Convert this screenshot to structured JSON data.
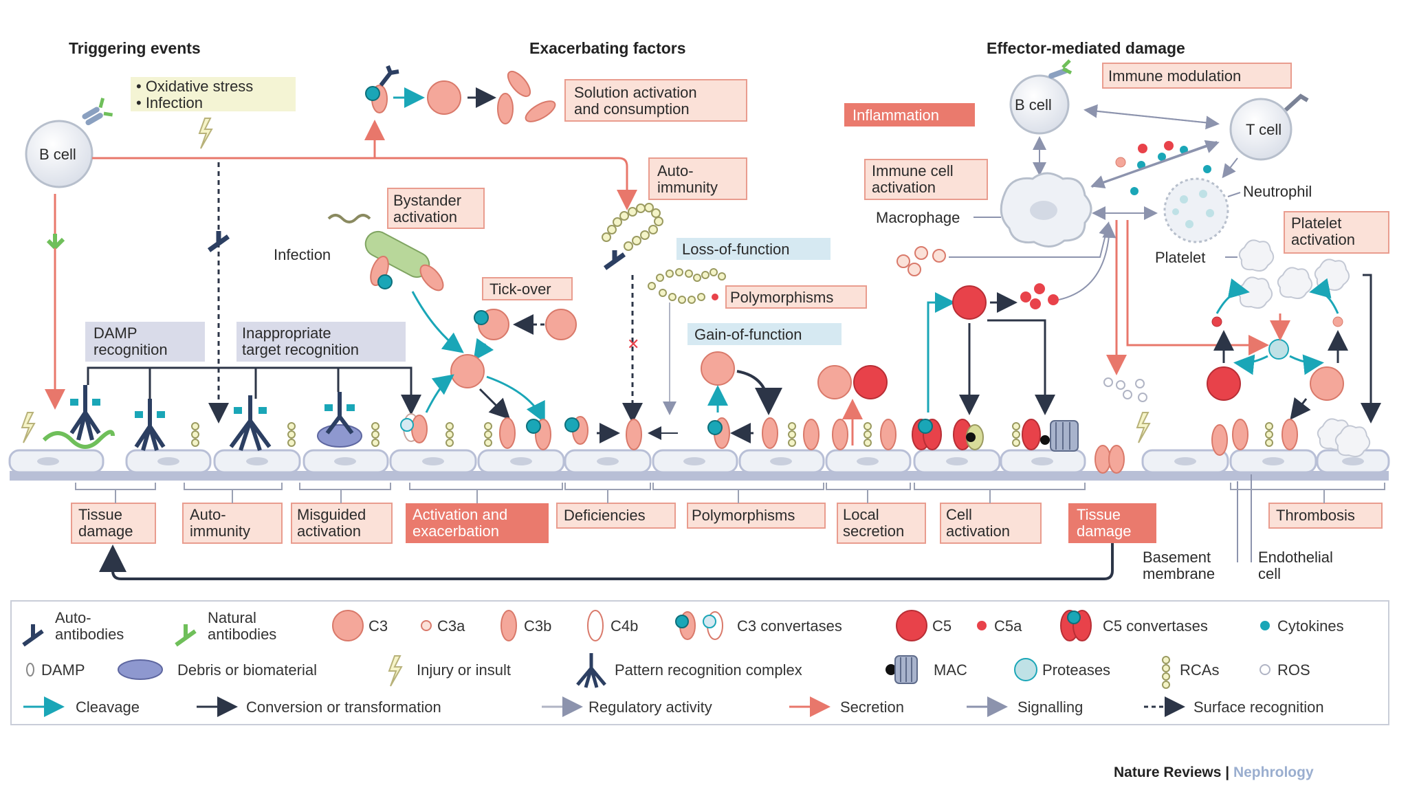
{
  "sections": {
    "triggering": "Triggering events",
    "exacerbating": "Exacerbating factors",
    "effector": "Effector-mediated damage"
  },
  "cells": {
    "b_cell_left": "B cell",
    "b_cell_right": "B cell",
    "t_cell": "T cell",
    "macrophage": "Macrophage",
    "neutrophil": "Neutrophil",
    "platelet": "Platelet"
  },
  "notes": {
    "oxidative_line1": "• Oxidative stress",
    "oxidative_line2": "• Infection",
    "infection": "Infection"
  },
  "callouts": {
    "solution_activation": [
      "Solution activation",
      "and consumption"
    ],
    "autoimmunity_top": [
      "Auto-",
      "immunity"
    ],
    "bystander": [
      "Bystander",
      "activation"
    ],
    "loss_of_function": "Loss-of-function",
    "polymorphisms_top": "Polymorphisms",
    "tick_over": "Tick-over",
    "gain_of_function": "Gain-of-function",
    "damp_recognition": [
      "DAMP",
      "recognition"
    ],
    "inappropriate_target": [
      "Inappropriate",
      "target recognition"
    ],
    "inflammation": "Inflammation",
    "immune_modulation": "Immune modulation",
    "immune_cell_activation": [
      "Immune cell",
      "activation"
    ],
    "platelet_activation": [
      "Platelet",
      "activation"
    ]
  },
  "bottom_labels": {
    "tissue_damage_1": [
      "Tissue",
      "damage"
    ],
    "autoimmunity": [
      "Auto-",
      "immunity"
    ],
    "misguided": [
      "Misguided",
      "activation"
    ],
    "activation_exacerbation": [
      "Activation and",
      "exacerbation"
    ],
    "deficiencies": "Deficiencies",
    "polymorphisms": "Polymorphisms",
    "local_secretion": [
      "Local",
      "secretion"
    ],
    "cell_activation": [
      "Cell",
      "activation"
    ],
    "tissue_damage_2": [
      "Tissue",
      "damage"
    ],
    "thrombosis": "Thrombosis",
    "basement_membrane": [
      "Basement",
      "membrane"
    ],
    "endothelial_cell": [
      "Endothelial",
      "cell"
    ]
  },
  "legend": {
    "row1": [
      "Auto-antibodies",
      "Natural antibodies",
      "C3",
      "C3a",
      "C3b",
      "C4b",
      "C3 convertases",
      "C5",
      "C5a",
      "C5 convertases",
      "Cytokines"
    ],
    "autoantibodies": [
      "Auto-",
      "antibodies"
    ],
    "natural_antibodies": [
      "Natural",
      "antibodies"
    ],
    "c3": "C3",
    "c3a": "C3a",
    "c3b": "C3b",
    "c4b": "C4b",
    "c3_convertases": "C3 convertases",
    "c5": "C5",
    "c5a": "C5a",
    "c5_convertases": "C5 convertases",
    "cytokines": "Cytokines",
    "damp": "DAMP",
    "debris": "Debris or biomaterial",
    "injury": "Injury or insult",
    "pattern_recognition": "Pattern recognition complex",
    "mac": "MAC",
    "proteases": "Proteases",
    "rcas": "RCAs",
    "ros": "ROS",
    "cleavage": "Cleavage",
    "conversion": "Conversion or transformation",
    "regulatory": "Regulatory activity",
    "secretion": "Secretion",
    "signalling": "Signalling",
    "surface_recognition": "Surface recognition"
  },
  "credit": {
    "journal": "Nature Reviews",
    "separator": " | ",
    "subject": "Nephrology"
  },
  "colors": {
    "c3_fill": "#f4a79a",
    "c3_stroke": "#d9796a",
    "c5_fill": "#e8424a",
    "box_fill": "#fbe1d8",
    "box_stroke": "#e99c8e",
    "red_box": "#ea7a6d",
    "blue_box": "#d6e9f2",
    "grey_box": "#d9dbe9",
    "yellow_box": "#f4f4d4",
    "teal": "#1aa6b7",
    "navy": "#2c3f62",
    "membrane": "#b8bfd6",
    "cell_fill": "#eef1f6"
  }
}
